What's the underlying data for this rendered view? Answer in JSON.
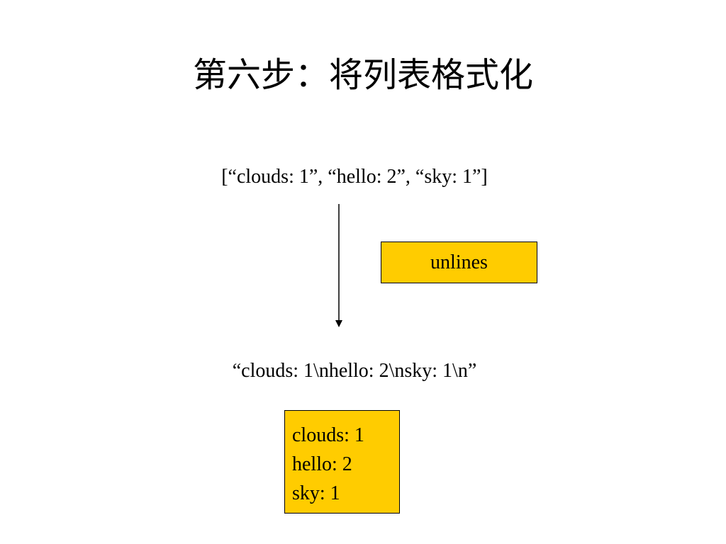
{
  "slide": {
    "title": "第六步：将列表格式化",
    "input_list": "[“clouds: 1”, “hello: 2”, “sky: 1”]",
    "function_label": "unlines",
    "output_string": "“clouds: 1\\nhello: 2\\nsky: 1\\n”",
    "result_lines": [
      "clouds: 1",
      "hello: 2",
      "sky: 1"
    ]
  },
  "colors": {
    "box_fill": "#ffcc00",
    "box_border": "#000000",
    "background": "#ffffff"
  }
}
